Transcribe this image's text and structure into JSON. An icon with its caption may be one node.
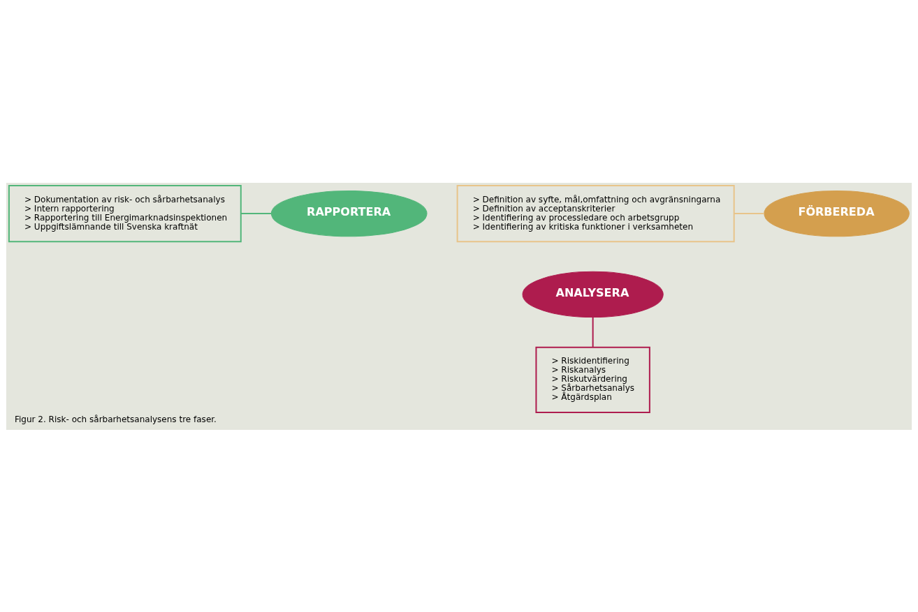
{
  "diagram": {
    "caption": "Figur 2. Risk- och sårbarhetsanalysens tre faser.",
    "nodes": [
      {
        "text": [
          "> Dokumentation av risk- och sårbarhetsanalys",
          "> Intern rapportering",
          "> Rapportering till Energimarknadsinspektionen",
          "> Uppgiftslämnande till Svenska kraftnät"
        ]
      },
      {
        "text": [
          "> Definition av syfte, mål,omfattning och avgränsningarna",
          "> Definition av acceptanskriterier",
          "> Identifiering av processledare och arbetsgrupp",
          "> Identifiering av kritiska funktioner i verksamheten"
        ]
      },
      {
        "text": [
          "RAPPORTERA"
        ]
      },
      {
        "text": [
          "FÖRBEREDA"
        ]
      },
      {
        "text": [
          "ANALYSERA"
        ]
      },
      {
        "text": [
          "> Riskidentifiering",
          "> Riskanalys",
          "> Riskutvärdering",
          "> Sårbarhetsanalys",
          "> Åtgärdsplan"
        ]
      }
    ],
    "edges": [
      {
        "from": 0,
        "to": 2,
        "arrow": "none",
        "color": "#52b67a"
      },
      {
        "from": 1,
        "to": 3,
        "arrow": "none",
        "color": "#e8c48a"
      },
      {
        "from": 4,
        "to": 5,
        "arrow": "none",
        "color": "#ae1c4e"
      }
    ]
  }
}
